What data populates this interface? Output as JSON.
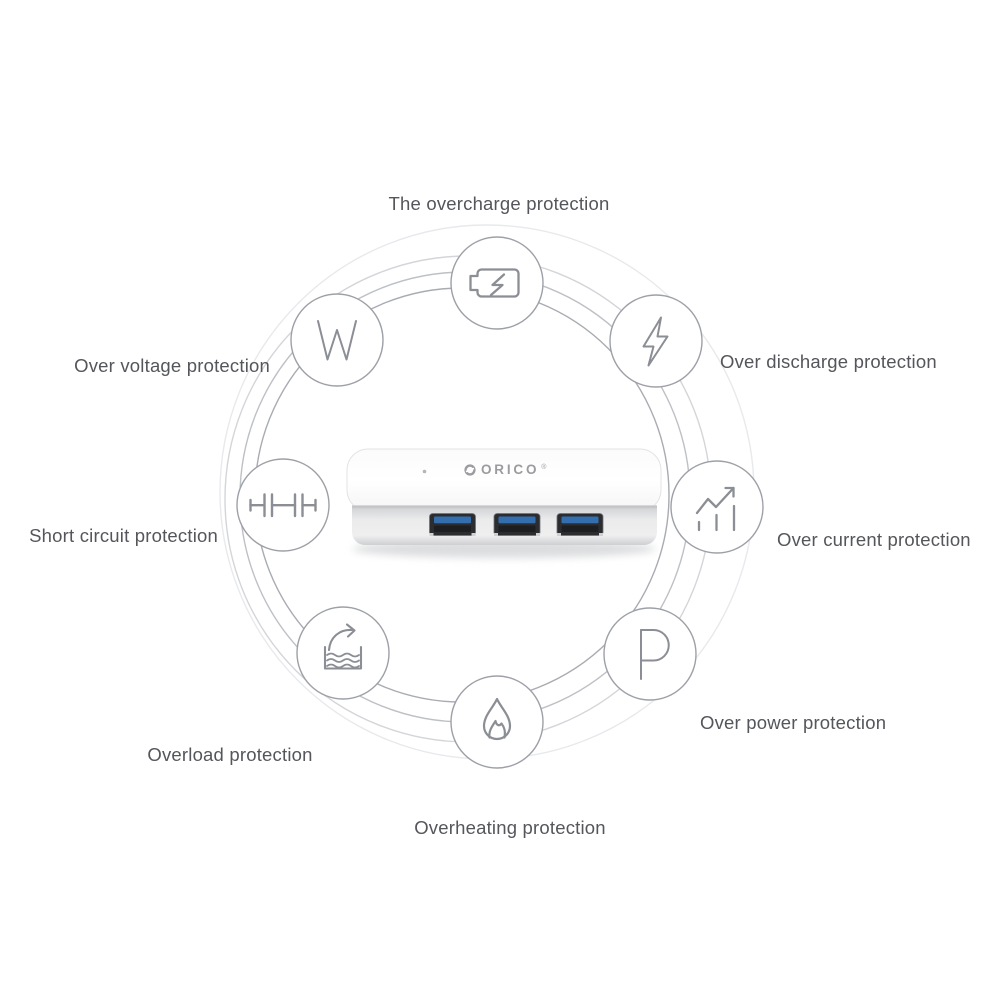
{
  "page": {
    "background_color": "#ffffff",
    "text_color": "#54565b"
  },
  "diagram": {
    "center_product": {
      "brand": "ORICO",
      "reg_mark": "®",
      "usb_ports": 3,
      "body_color": "#ffffff",
      "port_tongue_color": "#336fae"
    },
    "orbit_ring_colors": [
      "#a8abb1",
      "#bdc0c5",
      "#d3d5d9",
      "#e7e9ec"
    ],
    "circle_border_color": "#9da0a6",
    "icon_stroke_color": "#8b8e94",
    "features": [
      {
        "id": "overcharge",
        "label": "The overcharge protection",
        "icon": "battery-charge-icon",
        "position": "top"
      },
      {
        "id": "discharge",
        "label": "Over discharge protection",
        "icon": "lightning-bolt-icon",
        "position": "top-right"
      },
      {
        "id": "current",
        "label": "Over current protection",
        "icon": "rising-chart-icon",
        "position": "right"
      },
      {
        "id": "power",
        "label": "Over power protection",
        "icon": "letter-p-icon",
        "position": "bottom-right"
      },
      {
        "id": "overheating",
        "label": "Overheating protection",
        "icon": "flame-icon",
        "position": "bottom"
      },
      {
        "id": "overload",
        "label": "Overload protection",
        "icon": "overflow-container-icon",
        "position": "bottom-left"
      },
      {
        "id": "short_circuit",
        "label": "Short circuit protection",
        "icon": "capacitor-circuit-icon",
        "position": "left"
      },
      {
        "id": "voltage",
        "label": "Over voltage protection",
        "icon": "letter-w-icon",
        "position": "top-left"
      }
    ]
  }
}
